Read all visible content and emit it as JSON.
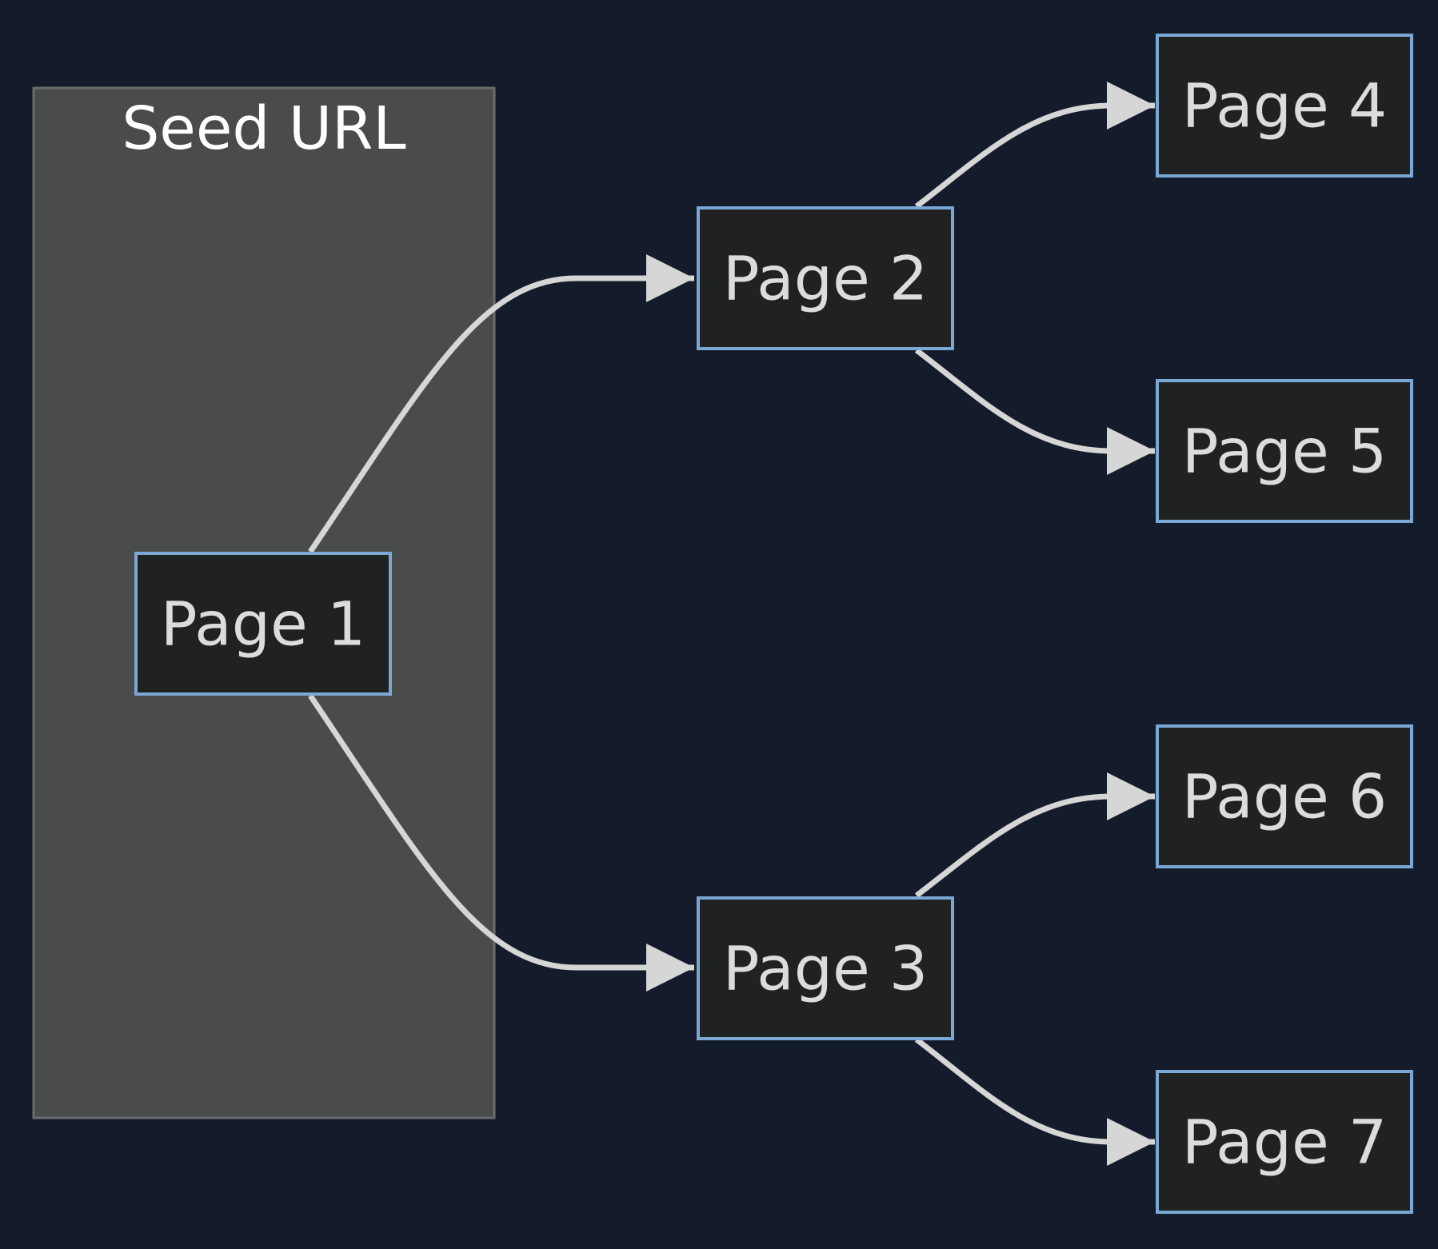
{
  "diagram": {
    "type": "flowchart",
    "direction": "left-to-right",
    "groups": [
      {
        "id": "seed",
        "label": "Seed URL",
        "members": [
          "p1"
        ]
      }
    ],
    "nodes": [
      {
        "id": "p1",
        "label": "Page 1"
      },
      {
        "id": "p2",
        "label": "Page 2"
      },
      {
        "id": "p3",
        "label": "Page 3"
      },
      {
        "id": "p4",
        "label": "Page 4"
      },
      {
        "id": "p5",
        "label": "Page 5"
      },
      {
        "id": "p6",
        "label": "Page 6"
      },
      {
        "id": "p7",
        "label": "Page 7"
      }
    ],
    "edges": [
      {
        "from": "p1",
        "to": "p2"
      },
      {
        "from": "p1",
        "to": "p3"
      },
      {
        "from": "p2",
        "to": "p4"
      },
      {
        "from": "p2",
        "to": "p5"
      },
      {
        "from": "p3",
        "to": "p6"
      },
      {
        "from": "p3",
        "to": "p7"
      }
    ]
  },
  "colors": {
    "background": "#141c2b",
    "group_fill": "#4a4b4b",
    "group_stroke": "#6b6c6d",
    "node_fill": "#202222",
    "node_stroke": "#7ba7d4",
    "node_text": "#dcdcdc",
    "group_text": "#ffffff",
    "edge": "#d6d6d6"
  }
}
